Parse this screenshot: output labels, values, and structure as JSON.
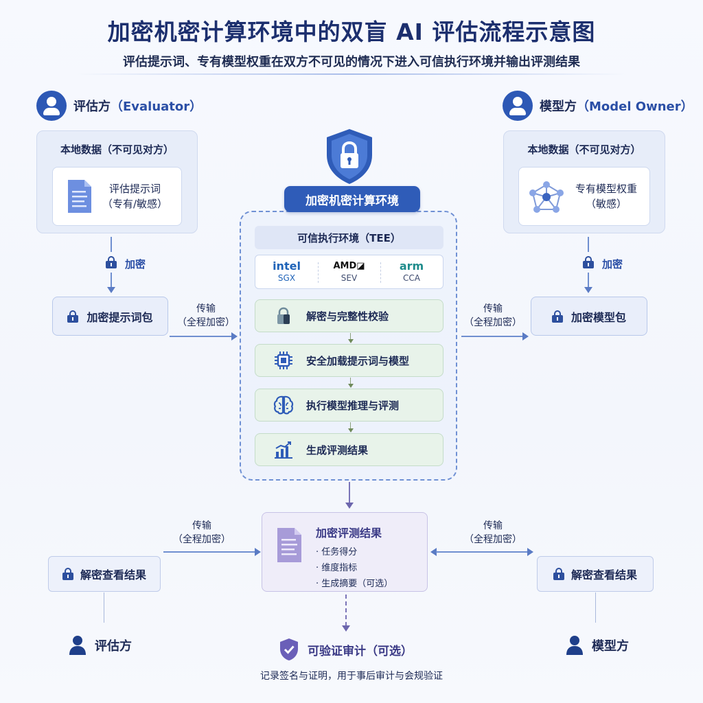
{
  "title": "加密机密计算环境中的双盲 AI 评估流程示意图",
  "subtitle": "评估提示词、专有模型权重在双方不可见的情况下进入可信执行环境并输出评测结果",
  "evaluator": {
    "heading_cn": "评估方",
    "heading_en": "（Evaluator）",
    "panel_label": "本地数据（不可见对方）",
    "data_line1": "评估提示词",
    "data_line2": "（专有/敏感）",
    "encrypt_label": "加密",
    "package_label": "加密提示词包",
    "transfer_line1": "传输",
    "transfer_line2": "（全程加密）"
  },
  "model_owner": {
    "heading_cn": "模型方",
    "heading_en": "（Model Owner）",
    "panel_label": "本地数据（不可见对方）",
    "data_line1": "专有模型权重",
    "data_line2": "（敏感）",
    "encrypt_label": "加密",
    "package_label": "加密模型包",
    "transfer_line1": "传输",
    "transfer_line2": "（全程加密）"
  },
  "enclave": {
    "tag": "加密机密计算环境",
    "tee_label": "可信执行环境（TEE）",
    "vendors": [
      {
        "logo": "intel",
        "sub": "SGX",
        "color": "#1f63b8"
      },
      {
        "logo": "AMD◪",
        "sub": "SEV",
        "color": "#111111"
      },
      {
        "logo": "arm",
        "sub": "CCA",
        "color": "#1f8c8c"
      }
    ],
    "steps": [
      {
        "label": "解密与完整性校验",
        "icon": "lock-icon"
      },
      {
        "label": "安全加载提示词与模型",
        "icon": "chip-icon"
      },
      {
        "label": "执行模型推理与评测",
        "icon": "brain-icon"
      },
      {
        "label": "生成评测结果",
        "icon": "bar-chart-icon"
      }
    ]
  },
  "result": {
    "title": "加密评测结果",
    "items": [
      "· 任务得分",
      "· 维度指标",
      "· 生成摘要（可选）"
    ]
  },
  "output_left": {
    "transfer_line1": "传输",
    "transfer_line2": "（全程加密）",
    "decrypt_label": "解密查看结果",
    "person": "评估方"
  },
  "output_right": {
    "transfer_line1": "传输",
    "transfer_line2": "（全程加密）",
    "decrypt_label": "解密查看结果",
    "person": "模型方"
  },
  "audit": {
    "label": "可验证审计（可选）",
    "note": "记录签名与证明，用于事后审计与会规验证"
  },
  "colors": {
    "primary": "#2f5cb8",
    "navy": "#1c2f6e",
    "step_green": "#e8f3ea",
    "result_purple": "#efedf9"
  }
}
